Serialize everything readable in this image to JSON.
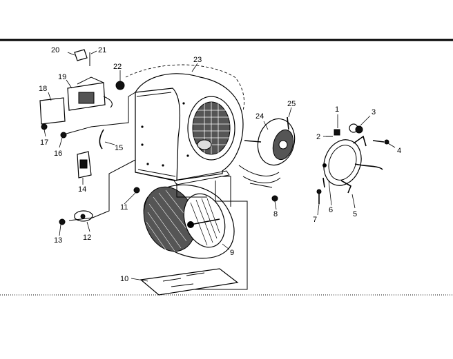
{
  "callouts": [
    {
      "id": "c1",
      "text": "1"
    },
    {
      "id": "c2",
      "text": "2"
    },
    {
      "id": "c3",
      "text": "3"
    },
    {
      "id": "c4",
      "text": "4"
    },
    {
      "id": "c5",
      "text": "5"
    },
    {
      "id": "c6",
      "text": "6"
    },
    {
      "id": "c7",
      "text": "7"
    },
    {
      "id": "c8",
      "text": "8"
    },
    {
      "id": "c9",
      "text": "9"
    },
    {
      "id": "c10",
      "text": "10"
    },
    {
      "id": "c11",
      "text": "11"
    },
    {
      "id": "c12",
      "text": "12"
    },
    {
      "id": "c13",
      "text": "13"
    },
    {
      "id": "c14",
      "text": "14"
    },
    {
      "id": "c15",
      "text": "15"
    },
    {
      "id": "c16",
      "text": "16"
    },
    {
      "id": "c17",
      "text": "17"
    },
    {
      "id": "c18",
      "text": "18"
    },
    {
      "id": "c19",
      "text": "19"
    },
    {
      "id": "c20",
      "text": "20"
    },
    {
      "id": "c21",
      "text": "21"
    },
    {
      "id": "c22",
      "text": "22"
    },
    {
      "id": "c23",
      "text": "23"
    },
    {
      "id": "c24",
      "text": "24"
    },
    {
      "id": "c25",
      "text": "25"
    }
  ],
  "colors": {
    "ink": "#000000",
    "paper": "#ffffff"
  }
}
